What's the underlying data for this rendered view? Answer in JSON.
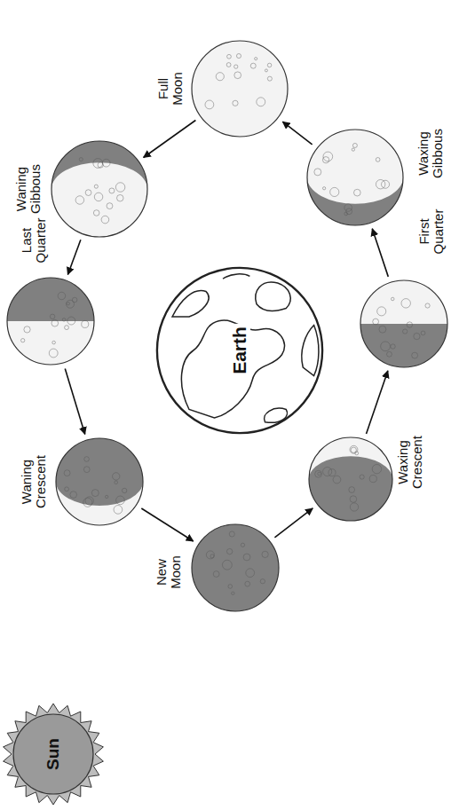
{
  "diagram": {
    "nodes": [
      {
        "text": [
          "Sun"
        ]
      },
      {
        "text": [
          "Earth"
        ]
      },
      {
        "text": [
          "Full Moon"
        ]
      },
      {
        "text": [
          "Waning Gibbous"
        ]
      },
      {
        "text": [
          "Last Quarter"
        ]
      },
      {
        "text": [
          "Waning Crescent"
        ]
      },
      {
        "text": [
          "New Moon"
        ]
      },
      {
        "text": [
          "Waxing Crescent"
        ]
      },
      {
        "text": [
          "First Quarter"
        ]
      },
      {
        "text": [
          "Waxing Gibbous"
        ]
      }
    ],
    "edges": [
      {
        "from": 2,
        "to": 3,
        "arrow": "to"
      },
      {
        "from": 3,
        "to": 4,
        "arrow": "to"
      },
      {
        "from": 4,
        "to": 5,
        "arrow": "to"
      },
      {
        "from": 5,
        "to": 6,
        "arrow": "to"
      },
      {
        "from": 6,
        "to": 7,
        "arrow": "to"
      },
      {
        "from": 7,
        "to": 8,
        "arrow": "to"
      },
      {
        "from": 8,
        "to": 9,
        "arrow": "to"
      },
      {
        "from": 9,
        "to": 2,
        "arrow": "to"
      }
    ]
  }
}
